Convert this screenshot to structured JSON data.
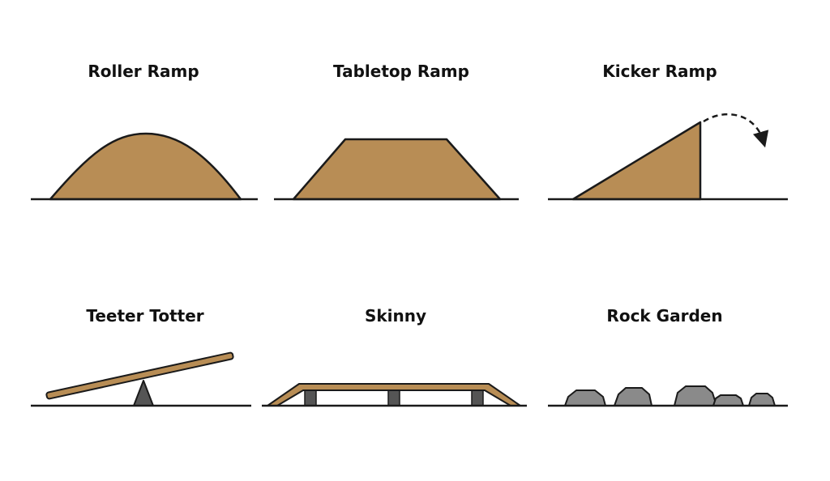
{
  "features": [
    {
      "id": "roller",
      "label": "Roller Ramp",
      "icon": "roller-ramp-icon"
    },
    {
      "id": "tabletop",
      "label": "Tabletop Ramp",
      "icon": "tabletop-ramp-icon"
    },
    {
      "id": "kicker",
      "label": "Kicker Ramp",
      "icon": "kicker-ramp-icon"
    },
    {
      "id": "teeter",
      "label": "Teeter Totter",
      "icon": "teeter-totter-icon"
    },
    {
      "id": "skinny",
      "label": "Skinny",
      "icon": "skinny-icon"
    },
    {
      "id": "rock",
      "label": "Rock Garden",
      "icon": "rock-garden-icon"
    }
  ],
  "colors": {
    "dirt": "#b88d55",
    "wood": "#b88d55",
    "outline": "#1a1a1a",
    "support": "#555555",
    "rock": "#8a8a8a"
  }
}
